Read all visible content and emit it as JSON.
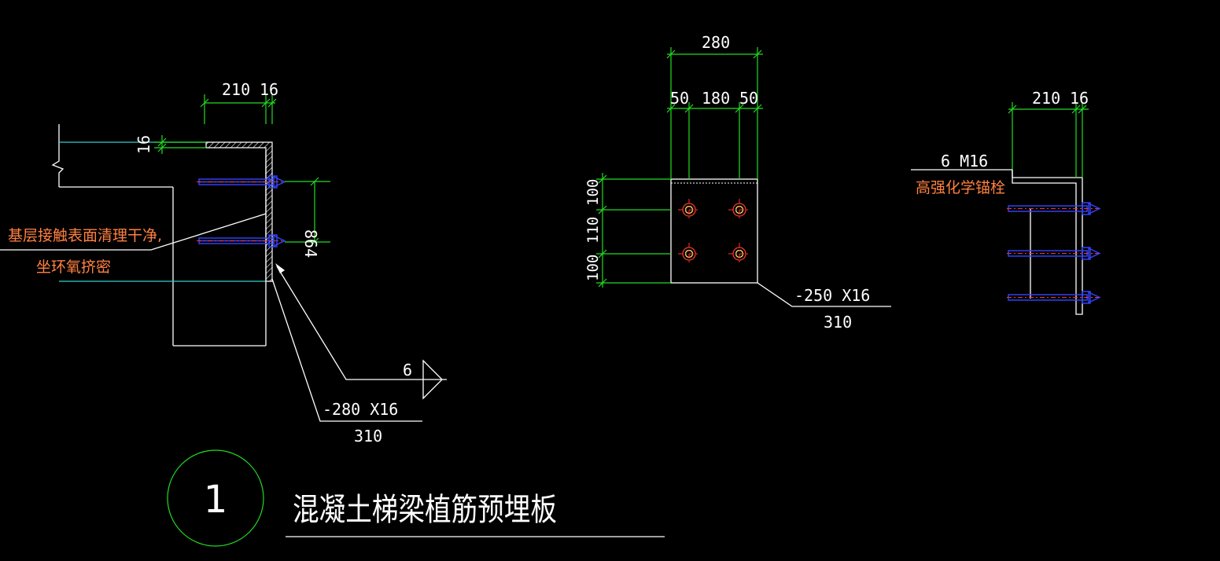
{
  "colors": {
    "background": "#000000",
    "line": "#ffffff",
    "dimension": "#22dd22",
    "centerline": "#33cccc",
    "bolt": "#3344ff",
    "bolt_detail": "#ff3333",
    "annotation": "#ff8040"
  },
  "left_view": {
    "dim_top_1": "210",
    "dim_top_2": "16",
    "dim_plate_thk": "16",
    "dim_bolt_spacing": "864",
    "note_line_1": "基层接触表面清理干净,",
    "note_line_2": "坐环氧挤密",
    "section_mark": "6",
    "plate_spec": "-280 X16",
    "plate_length": "310"
  },
  "middle_view": {
    "dim_total_width": "280",
    "dim_edge_left": "50",
    "dim_middle": "180",
    "dim_edge_right": "50",
    "dim_v_top": "100",
    "dim_v_middle": "110",
    "dim_v_bottom": "100",
    "plate_spec": "-250 X16",
    "plate_length": "310"
  },
  "right_view": {
    "dim_top_1": "210",
    "dim_top_2": "16",
    "anchor_count": "6 M16",
    "anchor_type": "高强化学锚栓"
  },
  "title_block": {
    "detail_number": "1",
    "title": "混凝土梯梁植筋预埋板"
  }
}
